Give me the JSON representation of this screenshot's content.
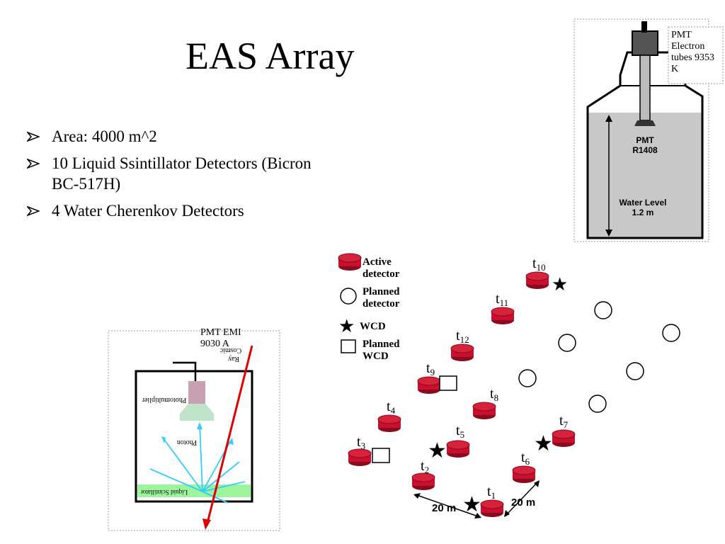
{
  "slide": {
    "title": "EAS Array",
    "bullets": [
      "Area: 4000 m^2",
      "10 Liquid Ssintillator Detectors (Bicron BC-517H)",
      "4 Water Cherenkov Detectors"
    ]
  },
  "wcd_diagram": {
    "callout": "PMT Electron tubes 9353 K",
    "pmt_label_line1": "PMT",
    "pmt_label_line2": "R1408",
    "water_line1": "Water Level",
    "water_line2": "1.2 m",
    "water_color": "#c8c8c8"
  },
  "scintillator_diagram": {
    "pmt_label": "PMT EMI 9030 A",
    "cosmic_line1": "Cosmic",
    "cosmic_line2": "Ray",
    "photomultiplier": "Photomultiplier",
    "photon": "Photon",
    "liquid": "Liquid Scintillator",
    "ray_color": "#e00000",
    "photon_color": "#33ccff",
    "liquid_color": "#9cf59c"
  },
  "array_map": {
    "legend": {
      "active_line1": "Active",
      "active_line2": "detector",
      "planned_line1": "Planned",
      "planned_line2": "detector",
      "wcd": "WCD",
      "planned_wcd_line1": "Planned",
      "planned_wcd_line2": "WCD"
    },
    "detectors": [
      {
        "name": "t",
        "sub": "1"
      },
      {
        "name": "t",
        "sub": "2"
      },
      {
        "name": "t",
        "sub": "3"
      },
      {
        "name": "t",
        "sub": "4"
      },
      {
        "name": "t",
        "sub": "5"
      },
      {
        "name": "t",
        "sub": "6"
      },
      {
        "name": "t",
        "sub": "7"
      },
      {
        "name": "t",
        "sub": "8"
      },
      {
        "name": "t",
        "sub": "9"
      },
      {
        "name": "t",
        "sub": "10"
      },
      {
        "name": "t",
        "sub": "11"
      },
      {
        "name": "t",
        "sub": "12"
      }
    ],
    "scale_left": "20 m",
    "scale_right": "20 m",
    "detector_color": "#c8102e"
  }
}
